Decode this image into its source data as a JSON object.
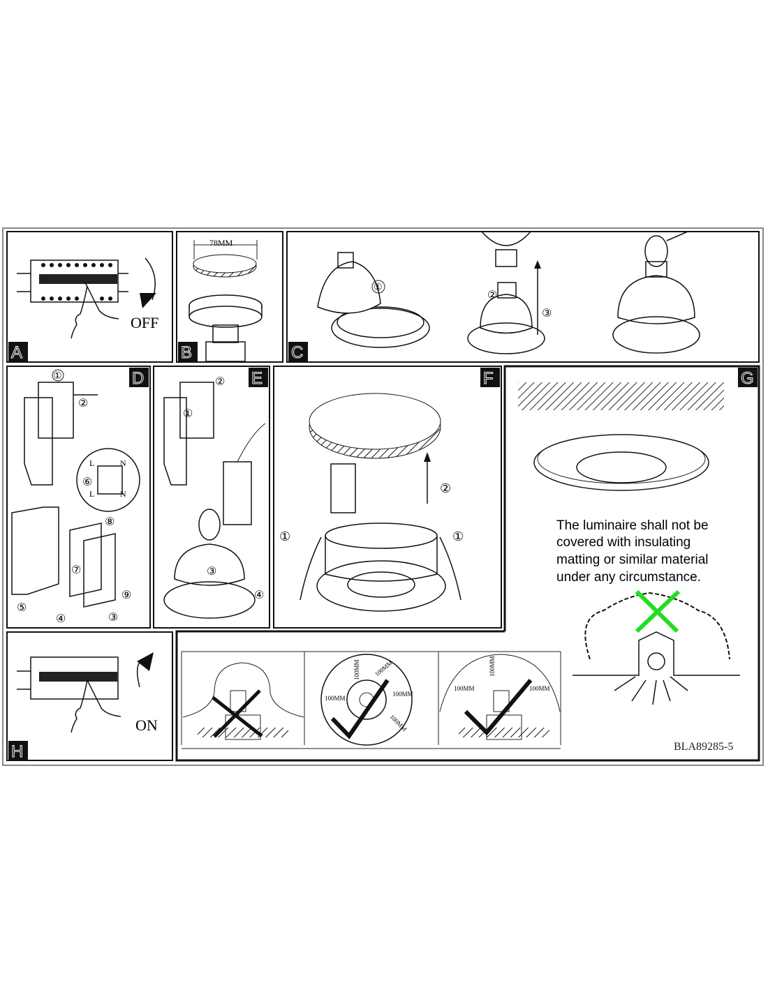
{
  "panels": {
    "a": {
      "letter": "A",
      "caption": "OFF"
    },
    "b": {
      "letter": "B",
      "dimension": "78MM"
    },
    "c": {
      "letter": "C",
      "steps": [
        "①",
        "②",
        "③"
      ]
    },
    "d": {
      "letter": "D",
      "steps": [
        "①",
        "②",
        "③",
        "④",
        "⑤",
        "⑥",
        "⑦",
        "⑧",
        "⑨"
      ],
      "terminal_l": "L",
      "terminal_n": "N"
    },
    "e": {
      "letter": "E",
      "steps": [
        "①",
        "②",
        "③",
        "④"
      ]
    },
    "f": {
      "letter": "F",
      "steps": [
        "①",
        "①",
        "②"
      ]
    },
    "g": {
      "letter": "G",
      "warning": [
        "The luminaire shall not be",
        "covered with insulating",
        "matting or similar material",
        "under any circumstance."
      ]
    },
    "h": {
      "letter": "H",
      "caption": "ON"
    }
  },
  "clearance": {
    "distance_label": "100MM"
  },
  "document_code": "BLA89285-5",
  "colors": {
    "cross_mark": "#22dd22"
  }
}
